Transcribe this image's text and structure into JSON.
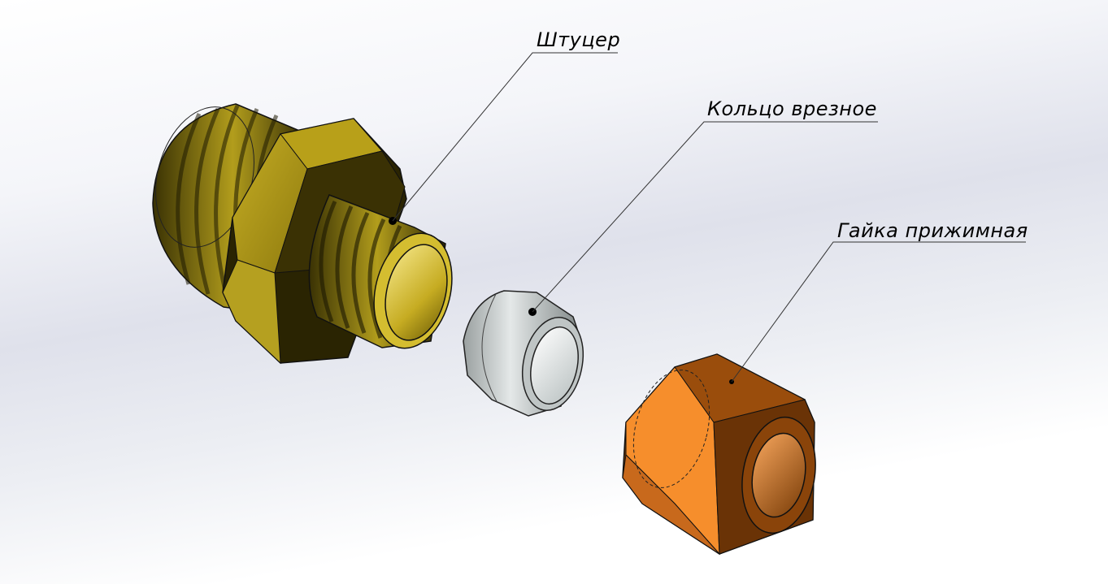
{
  "callouts": {
    "fitting": "Штуцер",
    "ring": "Кольцо врезное",
    "nut": "Гайка прижимная"
  },
  "colors": {
    "fitting": "#8f7c0c",
    "ring": "#d8dcdc",
    "nut": "#e07d26"
  }
}
